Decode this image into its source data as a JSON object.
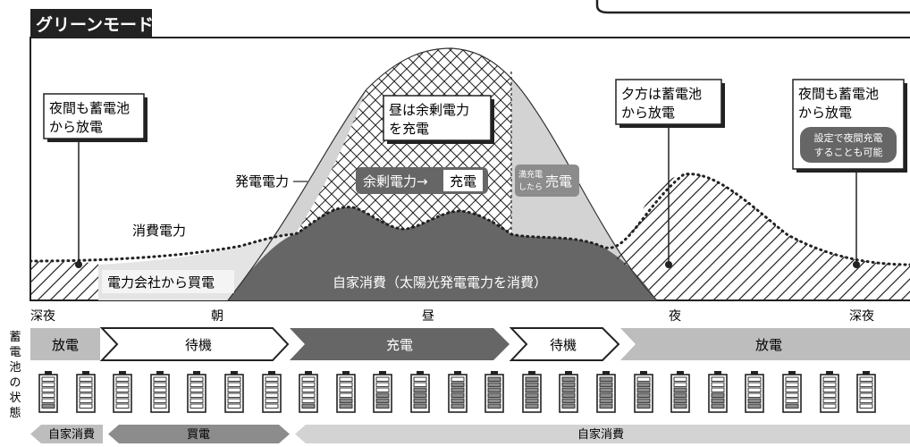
{
  "mode_title": "グリーンモード",
  "curve_labels": {
    "generation": "発電電力",
    "consumption": "消費電力"
  },
  "callouts": {
    "night_left": [
      "夜間も蓄電池",
      "から放電"
    ],
    "noon": [
      "昼は余剰電力",
      "を充電"
    ],
    "evening": [
      "夕方は蓄電池",
      "から放電"
    ],
    "night_right": [
      "夜間も蓄電池",
      "から放電"
    ],
    "night_right_note": [
      "設定で夜間充電",
      "することも可能"
    ]
  },
  "surplus": {
    "label": "余剰電力→",
    "action": "充電"
  },
  "full_charge": {
    "small": [
      "満充電",
      "したら"
    ],
    "action": "売電"
  },
  "area_labels": {
    "purchase": "電力会社から買電",
    "self": "自家消費（太陽光発電電力を消費）"
  },
  "time_labels": [
    "深夜",
    "朝",
    "昼",
    "夜",
    "深夜"
  ],
  "battery_side_label": "蓄電池の状態",
  "battery_mode_row": [
    "放電",
    "待機",
    "充電",
    "待機",
    "放電"
  ],
  "battery_levels": [
    1,
    0,
    0,
    0,
    0,
    0,
    0,
    1,
    2,
    3,
    4,
    5,
    6,
    6,
    6,
    6,
    5,
    4,
    3,
    2,
    1,
    0,
    0
  ],
  "bottom_row": [
    "自家消費",
    "買電",
    "自家消費"
  ],
  "colors": {
    "dark_gray": "#666666",
    "mid_gray": "#8c8c8c",
    "light_gray": "#d3d3d3",
    "pale_gray": "#bdbdbd",
    "outline": "#222222"
  }
}
